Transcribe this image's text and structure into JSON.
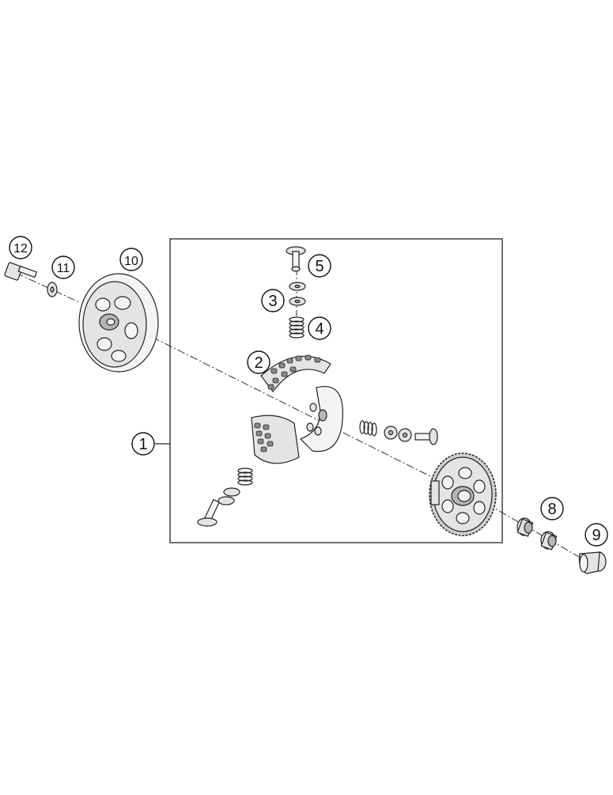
{
  "diagram": {
    "callouts": [
      {
        "id": "1",
        "label": "1"
      },
      {
        "id": "2",
        "label": "2"
      },
      {
        "id": "3",
        "label": "3"
      },
      {
        "id": "4",
        "label": "4"
      },
      {
        "id": "5",
        "label": "5"
      },
      {
        "id": "8",
        "label": "8"
      },
      {
        "id": "9",
        "label": "9"
      },
      {
        "id": "10",
        "label": "10"
      },
      {
        "id": "11",
        "label": "11"
      },
      {
        "id": "12",
        "label": "12"
      }
    ]
  },
  "colors": {
    "line": "#222222",
    "part_fill": "#e4e4e4",
    "part_shade": "#b5b5b5",
    "background": "#ffffff"
  }
}
